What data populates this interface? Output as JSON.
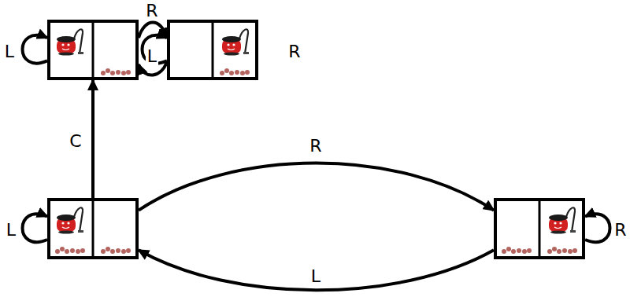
{
  "diagram": {
    "nodes": [
      {
        "text": []
      },
      {
        "text": []
      },
      {
        "text": []
      },
      {
        "text": []
      }
    ],
    "edges": [
      {
        "from": 0,
        "to": 0,
        "arrow": "to",
        "label": "L"
      },
      {
        "from": 0,
        "to": 1,
        "arrow": "to",
        "label": "R"
      },
      {
        "from": 1,
        "to": 0,
        "arrow": "to",
        "label": "L"
      },
      {
        "from": 1,
        "to": 1,
        "arrow": "to",
        "label": "R"
      },
      {
        "from": 2,
        "to": 2,
        "arrow": "to",
        "label": "L"
      },
      {
        "from": 2,
        "to": 0,
        "arrow": "to",
        "label": "C"
      },
      {
        "from": 2,
        "to": 3,
        "arrow": "to",
        "label": "R"
      },
      {
        "from": 3,
        "to": 2,
        "arrow": "to",
        "label": "L"
      },
      {
        "from": 3,
        "to": 3,
        "arrow": "to",
        "label": "R"
      }
    ]
  }
}
